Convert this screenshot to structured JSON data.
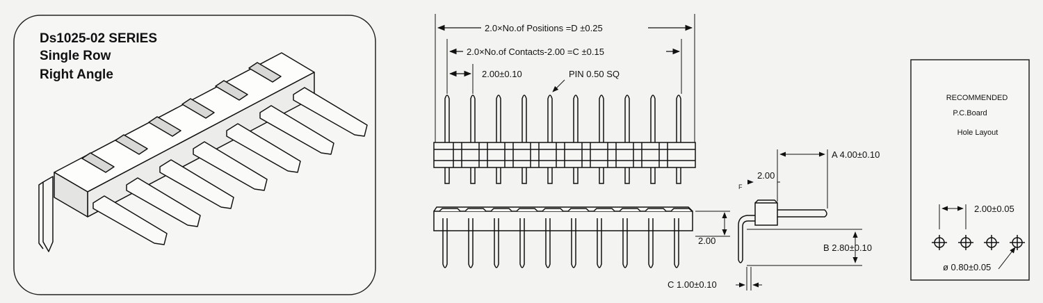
{
  "iso_panel": {
    "title_lines": [
      "Ds1025-02  SERIES",
      "Single Row",
      "Right Angle"
    ]
  },
  "front_view": {
    "dim_positions": "2.0×No.of Positions =D  ±0.25",
    "dim_contacts": "2.0×No.of Contacts-2.00 =C  ±0.15",
    "dim_pitch": "2.00±0.10",
    "pin_label": "PIN 0.50 SQ"
  },
  "side_view": {
    "dim_a": "A 4.00±0.10",
    "dim_top": "2.00",
    "mark_top": "F",
    "dim_height": "2.00",
    "dim_b": "B 2.80±0.10",
    "dim_c": "C  1.00±0.10"
  },
  "pcb_panel": {
    "title_lines": [
      "RECOMMENDED",
      "P.C.Board",
      "Hole Layout"
    ],
    "pitch": "2.00±0.05",
    "hole": "ø 0.80±0.05"
  }
}
